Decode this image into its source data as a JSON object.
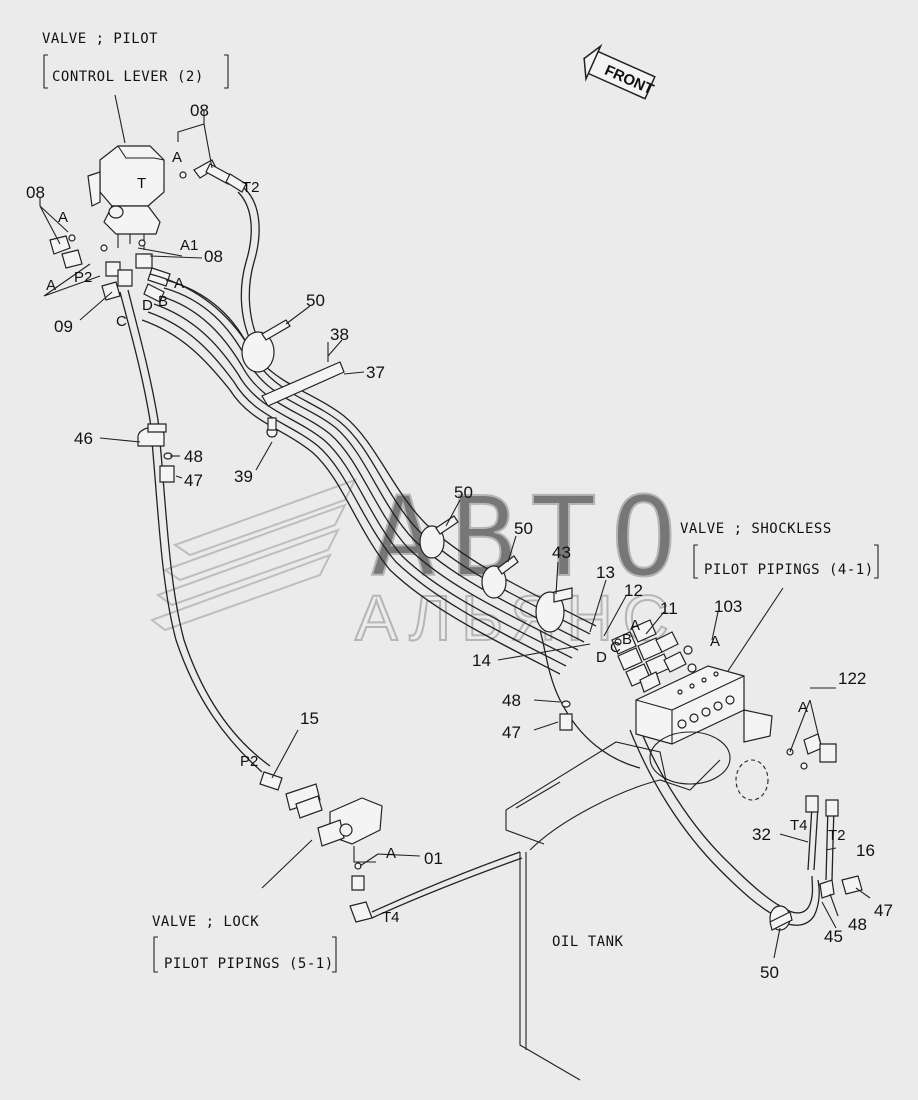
{
  "diagram": {
    "front_tag": "FRONT",
    "callouts": {
      "pilot_valve": {
        "line1": "VALVE ; PILOT",
        "line2": "CONTROL LEVER (2)"
      },
      "shockless_valve": {
        "line1": "VALVE ; SHOCKLESS",
        "line2": "PILOT PIPINGS (4-1)"
      },
      "lock_valve": {
        "line1": "VALVE ; LOCK",
        "line2": "PILOT PIPINGS (5-1)"
      },
      "oil_tank": "OIL TANK"
    },
    "part_numbers": {
      "p08_top": "08",
      "p08_left": "08",
      "p08_right": "08",
      "p09": "09",
      "p50_a": "50",
      "p38": "38",
      "p37": "37",
      "p39": "39",
      "p46": "46",
      "p48_a": "48",
      "p47_a": "47",
      "p50_b": "50",
      "p50_c": "50",
      "p43": "43",
      "p13": "13",
      "p12": "12",
      "p11": "11",
      "p103": "103",
      "p14": "14",
      "p48_b": "48",
      "p47_b": "47",
      "p15": "15",
      "p01": "01",
      "p122": "122",
      "p32": "32",
      "p16": "16",
      "p47_c": "47",
      "p48_c": "48",
      "p45": "45",
      "p50_d": "50"
    },
    "port_letters": {
      "t_valve": "T",
      "t2_top": "T2",
      "a_top": "A",
      "a_left": "A",
      "a_left2": "A",
      "p2_left": "P2",
      "a1": "A1",
      "a_hose": "A",
      "b_hose": "B",
      "d_hose": "D",
      "c_hose": "C",
      "a_mid": "A",
      "b_mid": "B",
      "c_mid": "C",
      "d_mid": "D",
      "a_103": "A",
      "p2_low": "P2",
      "a_lock": "A",
      "t4_lock": "T4",
      "a_122": "A",
      "t4_right": "T4",
      "t2_right": "T2"
    },
    "watermark": {
      "line1": "ABTO",
      "line2": "АЛЬЯНС"
    }
  }
}
